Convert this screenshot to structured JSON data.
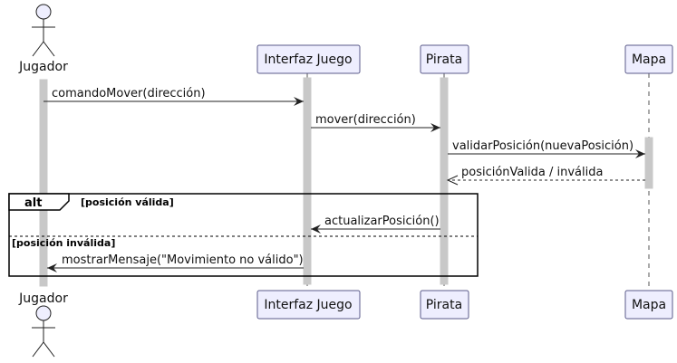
{
  "participants": [
    {
      "id": "jugador",
      "label": "Jugador",
      "kind": "actor"
    },
    {
      "id": "interfaz",
      "label": "Interfaz Juego",
      "kind": "participant"
    },
    {
      "id": "pirata",
      "label": "Pirata",
      "kind": "participant"
    },
    {
      "id": "mapa",
      "label": "Mapa",
      "kind": "participant"
    }
  ],
  "messages": [
    {
      "from": "jugador",
      "to": "interfaz",
      "label": "comandoMover(dirección)",
      "style": "solid"
    },
    {
      "from": "interfaz",
      "to": "pirata",
      "label": "mover(dirección)",
      "style": "solid"
    },
    {
      "from": "pirata",
      "to": "mapa",
      "label": "validarPosición(nuevaPosición)",
      "style": "solid"
    },
    {
      "from": "mapa",
      "to": "pirata",
      "label": "posiciónValida / inválida",
      "style": "dashed"
    },
    {
      "from": "pirata",
      "to": "interfaz",
      "label": "actualizarPosición()",
      "style": "solid"
    },
    {
      "from": "interfaz",
      "to": "jugador",
      "label": "mostrarMensaje(\"Movimiento no válido\")",
      "style": "solid"
    }
  ],
  "fragment": {
    "kind": "alt",
    "guard1": "[posición válida]",
    "guard2": "[posición inválida]"
  },
  "colors": {
    "participant_fill": "#eeeefe",
    "participant_stroke": "#5a5a8a",
    "activation": "#c8c8c8",
    "line": "#222222"
  }
}
